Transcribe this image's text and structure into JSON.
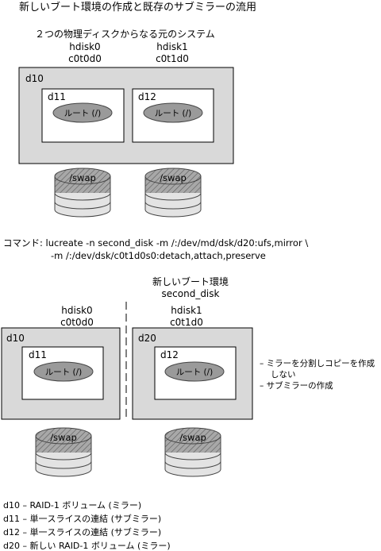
{
  "title": "新しいブート環境の作成と既存のサブミラーの流用",
  "top_section": {
    "heading": "２つの物理ディスクからなる元のシステム",
    "disk0": {
      "name": "hdisk0",
      "id": "c0t0d0"
    },
    "disk1": {
      "name": "hdisk1",
      "id": "c0t1d0"
    },
    "mirror": "d10",
    "sub1": {
      "name": "d11",
      "root": "ルート (/)"
    },
    "sub2": {
      "name": "d12",
      "root": "ルート (/)"
    },
    "swap": "/swap"
  },
  "command": {
    "line1": "コマンド: lucreate -n second_disk -m /:/dev/md/dsk/d20:ufs,mirror \\",
    "line2": "-m /:/dev/dsk/c0t1d0s0:detach,attach,preserve"
  },
  "bottom_section": {
    "new_be_heading": "新しいブート環境",
    "new_be_name": "second_disk",
    "disk0": {
      "name": "hdisk0",
      "id": "c0t0d0"
    },
    "disk1": {
      "name": "hdisk1",
      "id": "c0t1d0"
    },
    "left_mirror": "d10",
    "right_mirror": "d20",
    "sub1": {
      "name": "d11",
      "root": "ルート (/)"
    },
    "sub2": {
      "name": "d12",
      "root": "ルート (/)"
    },
    "swap": "/swap",
    "annotation1_line1": "– ミラーを分割しコピーを作成",
    "annotation1_line2": "しない",
    "annotation2": "– サブミラーの作成"
  },
  "legend": [
    "d10 – RAID-1 ボリューム (ミラー)",
    "d11 – 単一スライスの連結 (サブミラー)",
    "d12 – 単一スライスの連結 (サブミラー)",
    "d20 – 新しい RAID-1 ボリューム (ミラー)"
  ]
}
